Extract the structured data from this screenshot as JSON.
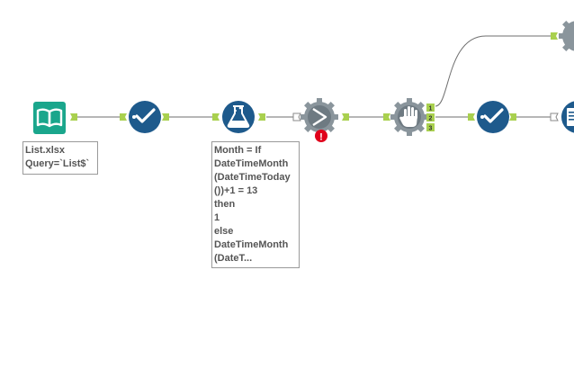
{
  "canvas": {
    "tools": [
      {
        "id": "input-data",
        "icon": "book-input-icon",
        "color": "#1aa68c"
      },
      {
        "id": "select-1",
        "icon": "checkmark-select-icon",
        "color": "#1e5a8c"
      },
      {
        "id": "formula",
        "icon": "flask-formula-icon",
        "color": "#1e5a8c"
      },
      {
        "id": "crosstab-macro",
        "icon": "gear-macro-icon",
        "color": "#8a959c"
      },
      {
        "id": "filter-macro",
        "icon": "hand-macro-icon",
        "color": "#8a959c"
      },
      {
        "id": "select-2",
        "icon": "checkmark-select-icon",
        "color": "#1e5a8c"
      },
      {
        "id": "output",
        "icon": "document-output-icon",
        "color": "#1e5a8c"
      },
      {
        "id": "macro-top",
        "icon": "gear-macro-icon",
        "color": "#8a959c"
      }
    ],
    "connection_color": "#6f6f6f",
    "anchor_color": "#a9d04f",
    "error_color": "#e0001b",
    "error_mark": "!",
    "output_anchor_labels": [
      "1",
      "2",
      "3"
    ]
  },
  "annotations": {
    "input": "List.xlsx\nQuery=`List$`",
    "formula": "Month = If\nDateTimeMonth\n(DateTimeToday\n())+1 = 13\nthen\n1\nelse\nDateTimeMonth\n(DateT..."
  }
}
